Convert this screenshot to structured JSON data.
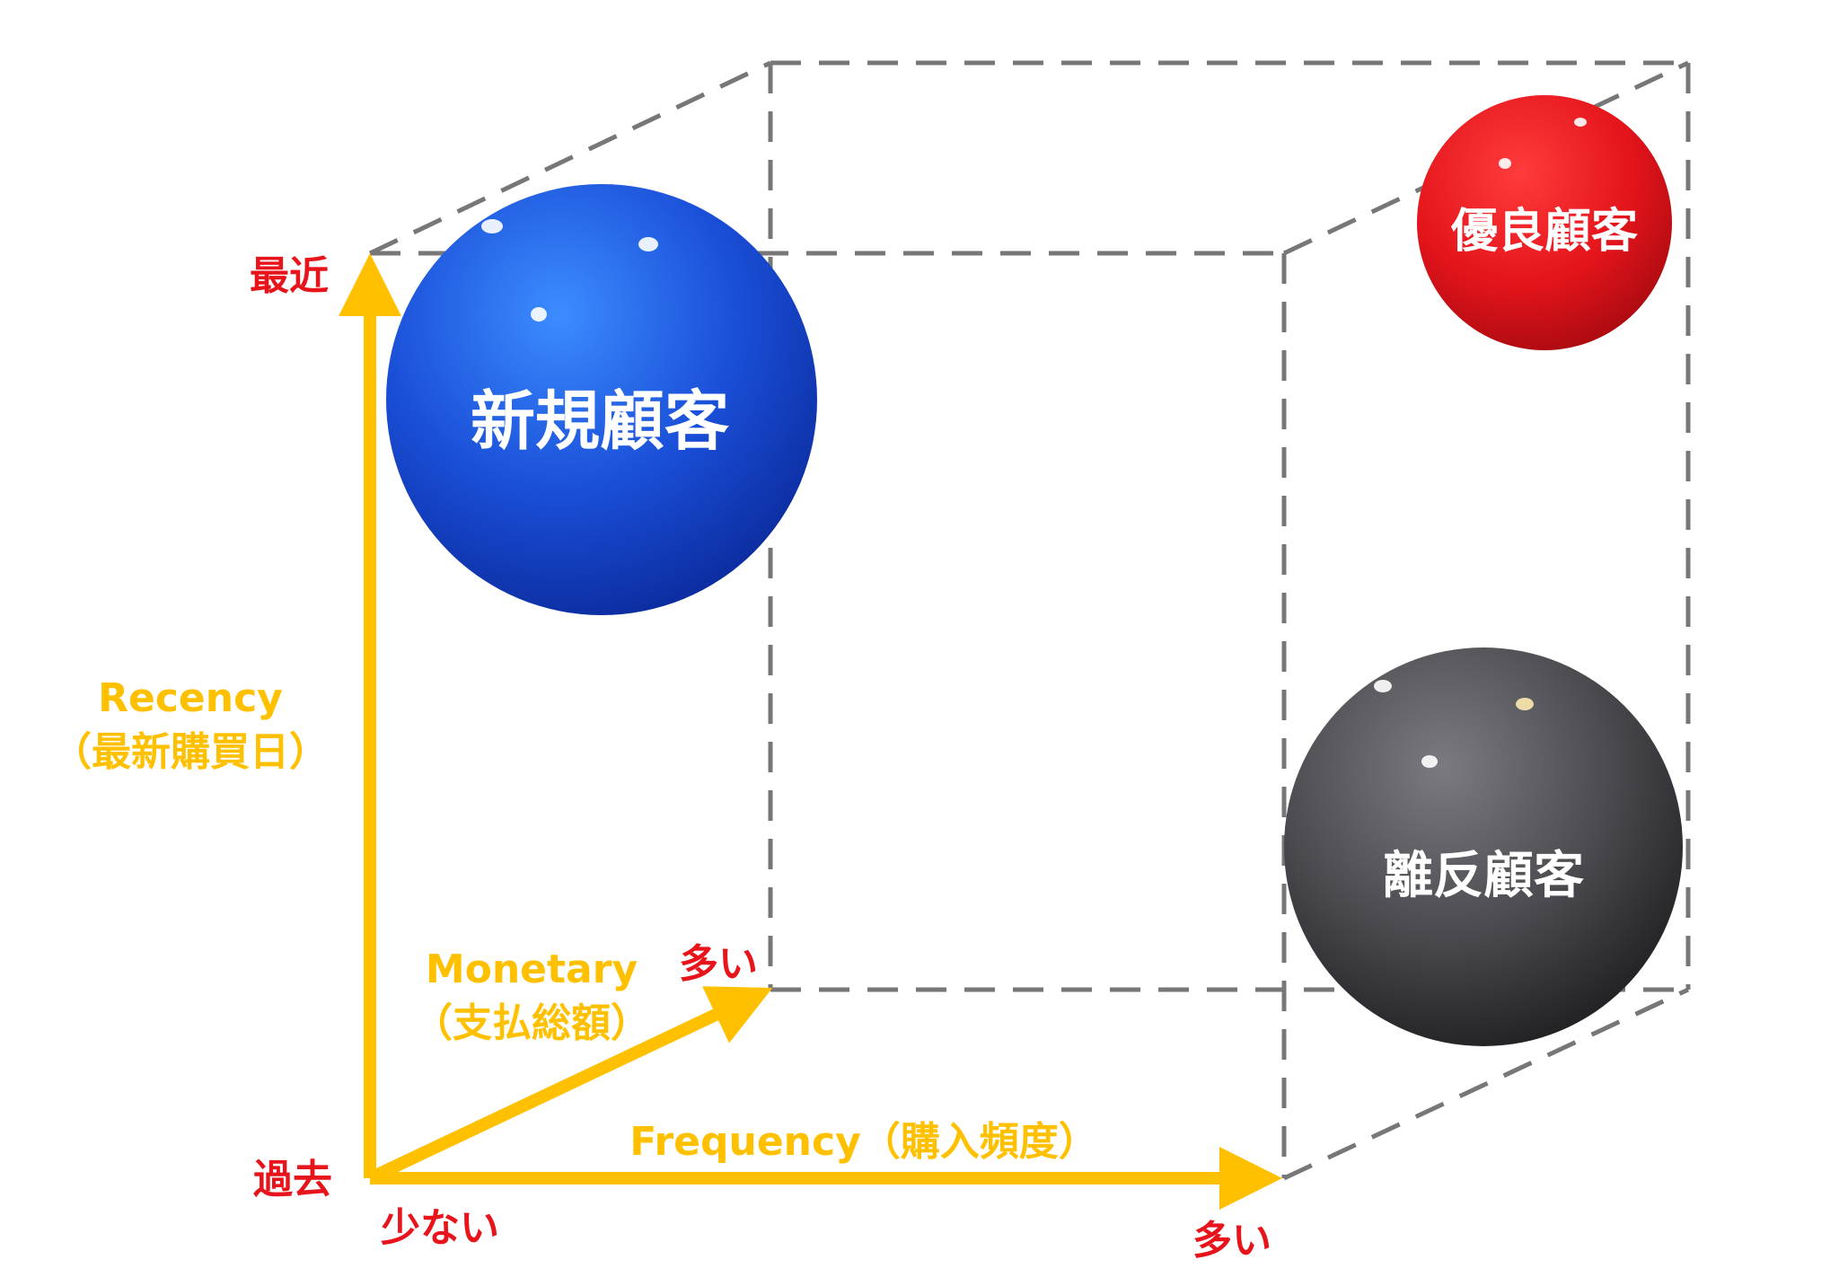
{
  "colors": {
    "axis": "#ffc000",
    "axis_label": "#ffc000",
    "endpoint_label": "#e8141b",
    "cube_edge": "#777777",
    "sphere_new": "#1e50e0",
    "sphere_loyal": "#e8141b",
    "sphere_churn": "#4a4a4a"
  },
  "axes": {
    "recency": {
      "name": "Recency",
      "sub": "（最新購買日）",
      "high": "最近",
      "low": "過去"
    },
    "frequency": {
      "name": "Frequency（購入頻度）",
      "low": "少ない",
      "high": "多い"
    },
    "monetary": {
      "name": "Monetary",
      "sub": "（支払総額）",
      "high": "多い"
    }
  },
  "segments": {
    "new": {
      "label": "新規顧客"
    },
    "loyal": {
      "label": "優良顧客"
    },
    "churn": {
      "label": "離反顧客"
    }
  }
}
